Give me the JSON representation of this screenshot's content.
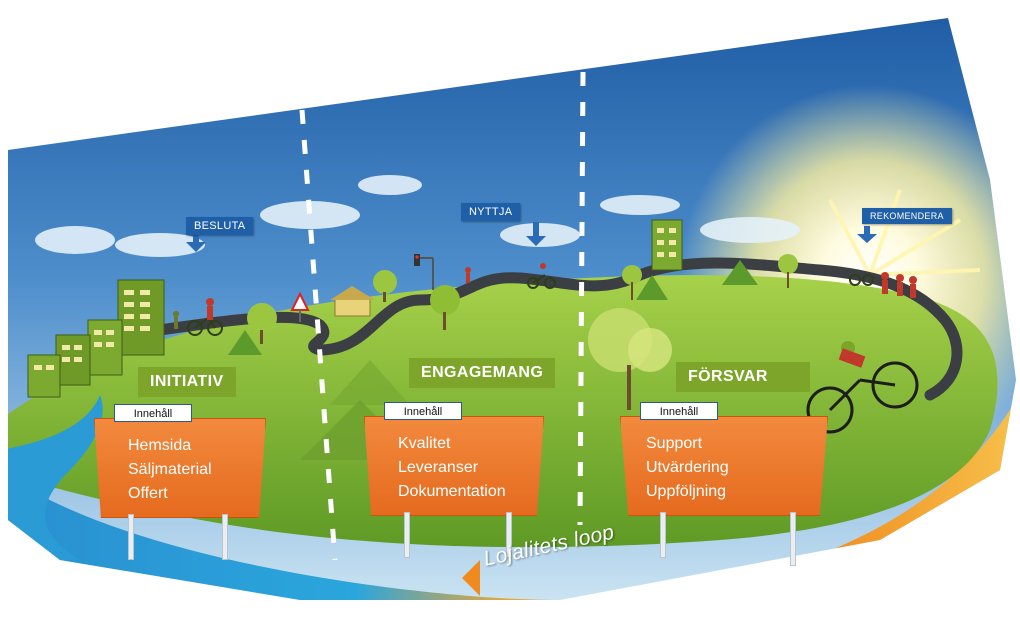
{
  "flags": {
    "besluta": "BESLUTA",
    "nyttja": "NYTTJA",
    "rekomendera": "REKOMENDERA"
  },
  "phases": [
    {
      "title": "INITIATIV",
      "tab": "Innehåll",
      "items": [
        "Hemsida",
        "Säljmaterial",
        "Offert"
      ]
    },
    {
      "title": "ENGAGEMANG",
      "tab": "Innehåll",
      "items": [
        "Kvalitet",
        "Leveranser",
        "Dokumentation"
      ]
    },
    {
      "title": "FÖRSVAR",
      "tab": "Innehåll",
      "items": [
        "Support",
        "Utvärdering",
        "Uppföljning"
      ]
    }
  ],
  "loop_label": "Lojalitets loop",
  "colors": {
    "sky_top": "#1f5fa8",
    "sky_bottom": "#cfe6f4",
    "hill": "#8bc13a",
    "sign_orange": "#ea7427",
    "phase_green": "#7da52a",
    "flag_blue": "#1f5fa8",
    "water": "#2b9bd6",
    "loop_orange": "#f08a1e"
  },
  "icons": [
    "sun-icon",
    "cyclist-icon",
    "tree-icon",
    "building-icon",
    "cloud-icon",
    "traffic-light-icon",
    "warning-sign-icon",
    "arrow-down-icon"
  ]
}
